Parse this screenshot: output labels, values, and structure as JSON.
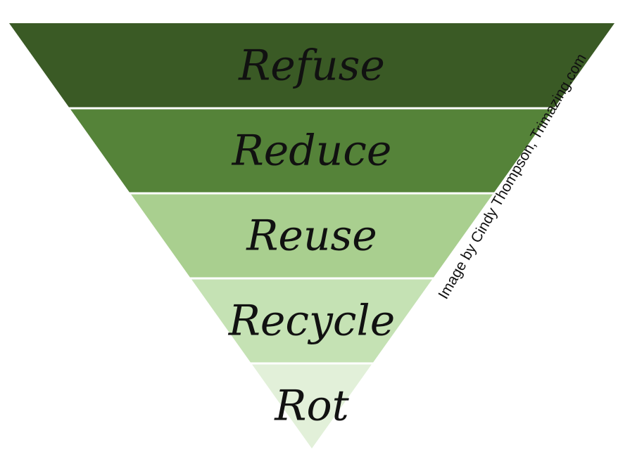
{
  "pyramid": {
    "tiers": [
      {
        "label": "Refuse",
        "color": "#3a5a25"
      },
      {
        "label": "Reduce",
        "color": "#558339"
      },
      {
        "label": "Reuse",
        "color": "#a9cf8f"
      },
      {
        "label": "Recycle",
        "color": "#c5e2b4"
      },
      {
        "label": "Rot",
        "color": "#e2f0d9"
      }
    ]
  },
  "credit": {
    "text": "Image by Cindy Thompson, Trimazing.com"
  }
}
